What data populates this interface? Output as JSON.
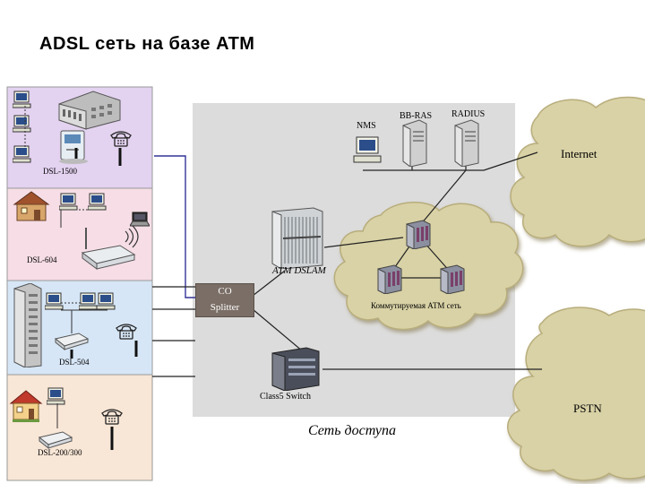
{
  "title": "ADSL сеть на базе ATM",
  "labels": {
    "nms": "NMS",
    "bbras": "BB-RAS",
    "radius": "RADIUS",
    "internet": "Internet",
    "dsl1500": "DSL-1500",
    "dsl604": "DSL-604",
    "atm_dslam": "ATM DSLAM",
    "co": "CO",
    "splitter": "Splitter",
    "atm_network": "Коммутируемая АТМ сеть",
    "dsl504": "DSL-504",
    "class5": "Class5 Switch",
    "pstn": "PSTN",
    "access_net": "Сеть доступа",
    "dsl200": "DSL-200/300"
  },
  "icons": {
    "phone": "phone-icon",
    "computer": "computer-icon",
    "server": "server-icon",
    "dslam": "dslam-rack-icon",
    "switch": "switch-icon",
    "cloud": "cloud-icon",
    "router": "router-icon",
    "modem": "modem-icon",
    "building": "building-icon",
    "house": "house-icon"
  },
  "colors": {
    "panel_purple": "#e3d2f0",
    "panel_pink": "#f6dde6",
    "panel_blue": "#d6e6f6",
    "panel_peach": "#f8e6d6",
    "access_gray": "#dcdcdc",
    "cloud_fill": "#d9d2a6",
    "link_line": "#333399",
    "co_box": "#7a6e66"
  }
}
